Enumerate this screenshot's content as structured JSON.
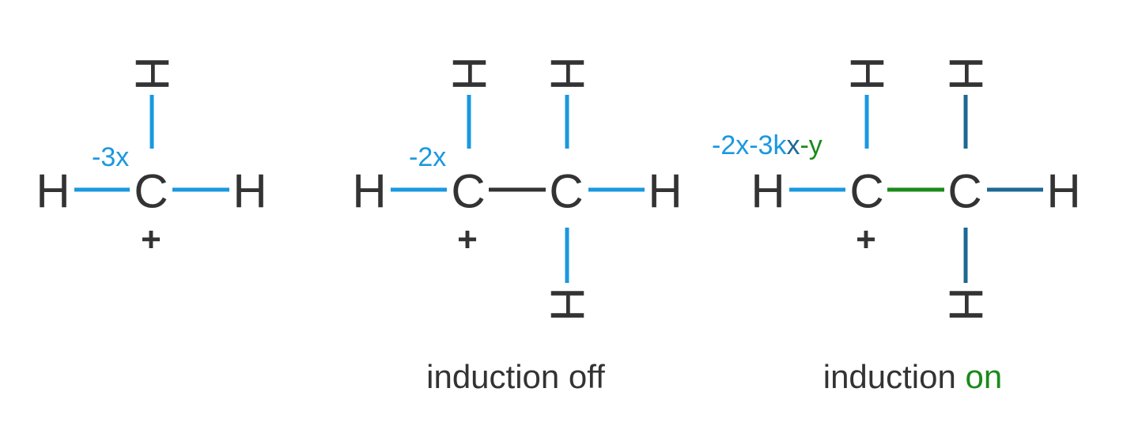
{
  "colors": {
    "atom": "#333333",
    "blue": "#1a98e0",
    "dark_blue": "#1d6894",
    "green": "#1a8a1a",
    "black_bond": "#333333"
  },
  "molecule1": {
    "atoms": {
      "c": "C",
      "h_left": "H",
      "h_right": "H",
      "h_top": "H"
    },
    "charge": "+",
    "annotation": "-3x"
  },
  "molecule2": {
    "atoms": {
      "c1": "C",
      "c2": "C",
      "h_left": "H",
      "h_right": "H",
      "h_top1": "H",
      "h_top2": "H",
      "h_bottom2": "H"
    },
    "charge": "+",
    "annotation": "-2x",
    "caption": "induction off"
  },
  "molecule3": {
    "atoms": {
      "c1": "C",
      "c2": "C",
      "h_left": "H",
      "h_right": "H",
      "h_top1": "H",
      "h_top2": "H",
      "h_bottom2": "H"
    },
    "charge": "+",
    "annotation": {
      "part1": "-2x-3k",
      "part2": "x",
      "part3": "-y"
    },
    "caption": {
      "text": "induction",
      "highlight": "on"
    }
  }
}
